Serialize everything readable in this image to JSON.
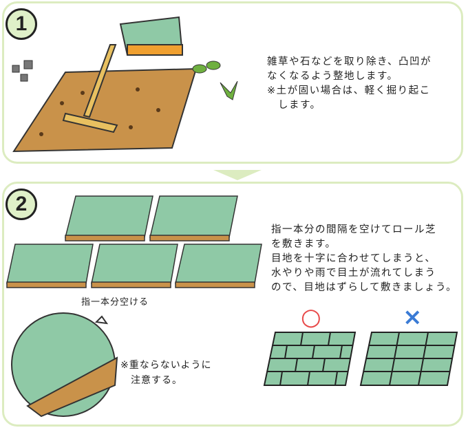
{
  "step1": {
    "number": "1",
    "text": "雑草や石などを取り除き、凸凹が\nなくなるよう整地します。\n※土が固い場合は、軽く掘り起こ\n　します。"
  },
  "step2": {
    "number": "2",
    "text": "指一本分の間隔を空けてロール芝\nを敷きます。\n目地を十字に合わせてしまうと、\n水やりや雨で目土が流れてしまう\nので、目地はずらして敷きましょう。",
    "gap_label": "指一本分空ける",
    "overlap_note": "※重ならないように\n　注意する。",
    "good_mark": "○",
    "bad_mark": "×"
  },
  "colors": {
    "panel_border": "#dcecc0",
    "turf": "#8fc9a6",
    "soil": "#c9924a",
    "good": "#e84a4a",
    "bad": "#3a7bd5"
  }
}
